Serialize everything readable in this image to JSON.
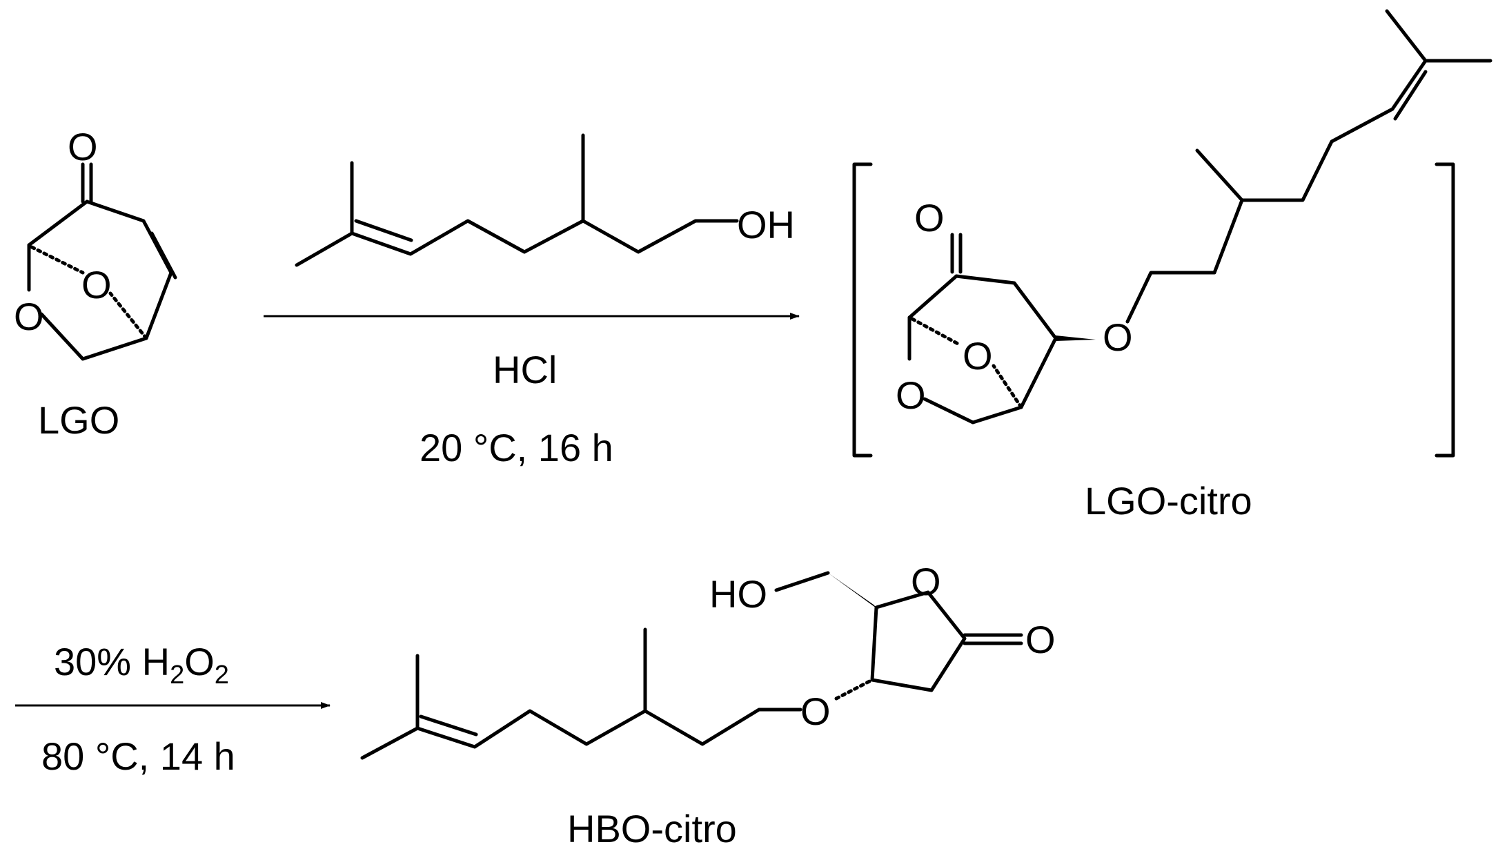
{
  "compounds": {
    "lgo": {
      "label": "LGO"
    },
    "lgo_citro": {
      "label": "LGO-citro"
    },
    "hbo_citro": {
      "label": "HBO-citro"
    },
    "citronellol": {
      "hydroxyl": "OH"
    }
  },
  "atoms": {
    "oxygen": "O",
    "hydroxyl": "OH",
    "hydroxyl_left": "HO"
  },
  "step1": {
    "reagent": "HCl",
    "conditions": "20 °C, 16 h"
  },
  "step2": {
    "reagent_prefix": "30% H",
    "reagent_sub1": "2",
    "reagent_mid": "O",
    "reagent_sub2": "2",
    "conditions": "80 °C, 14 h"
  },
  "colors": {
    "ink": "#000000",
    "background": "#ffffff"
  }
}
